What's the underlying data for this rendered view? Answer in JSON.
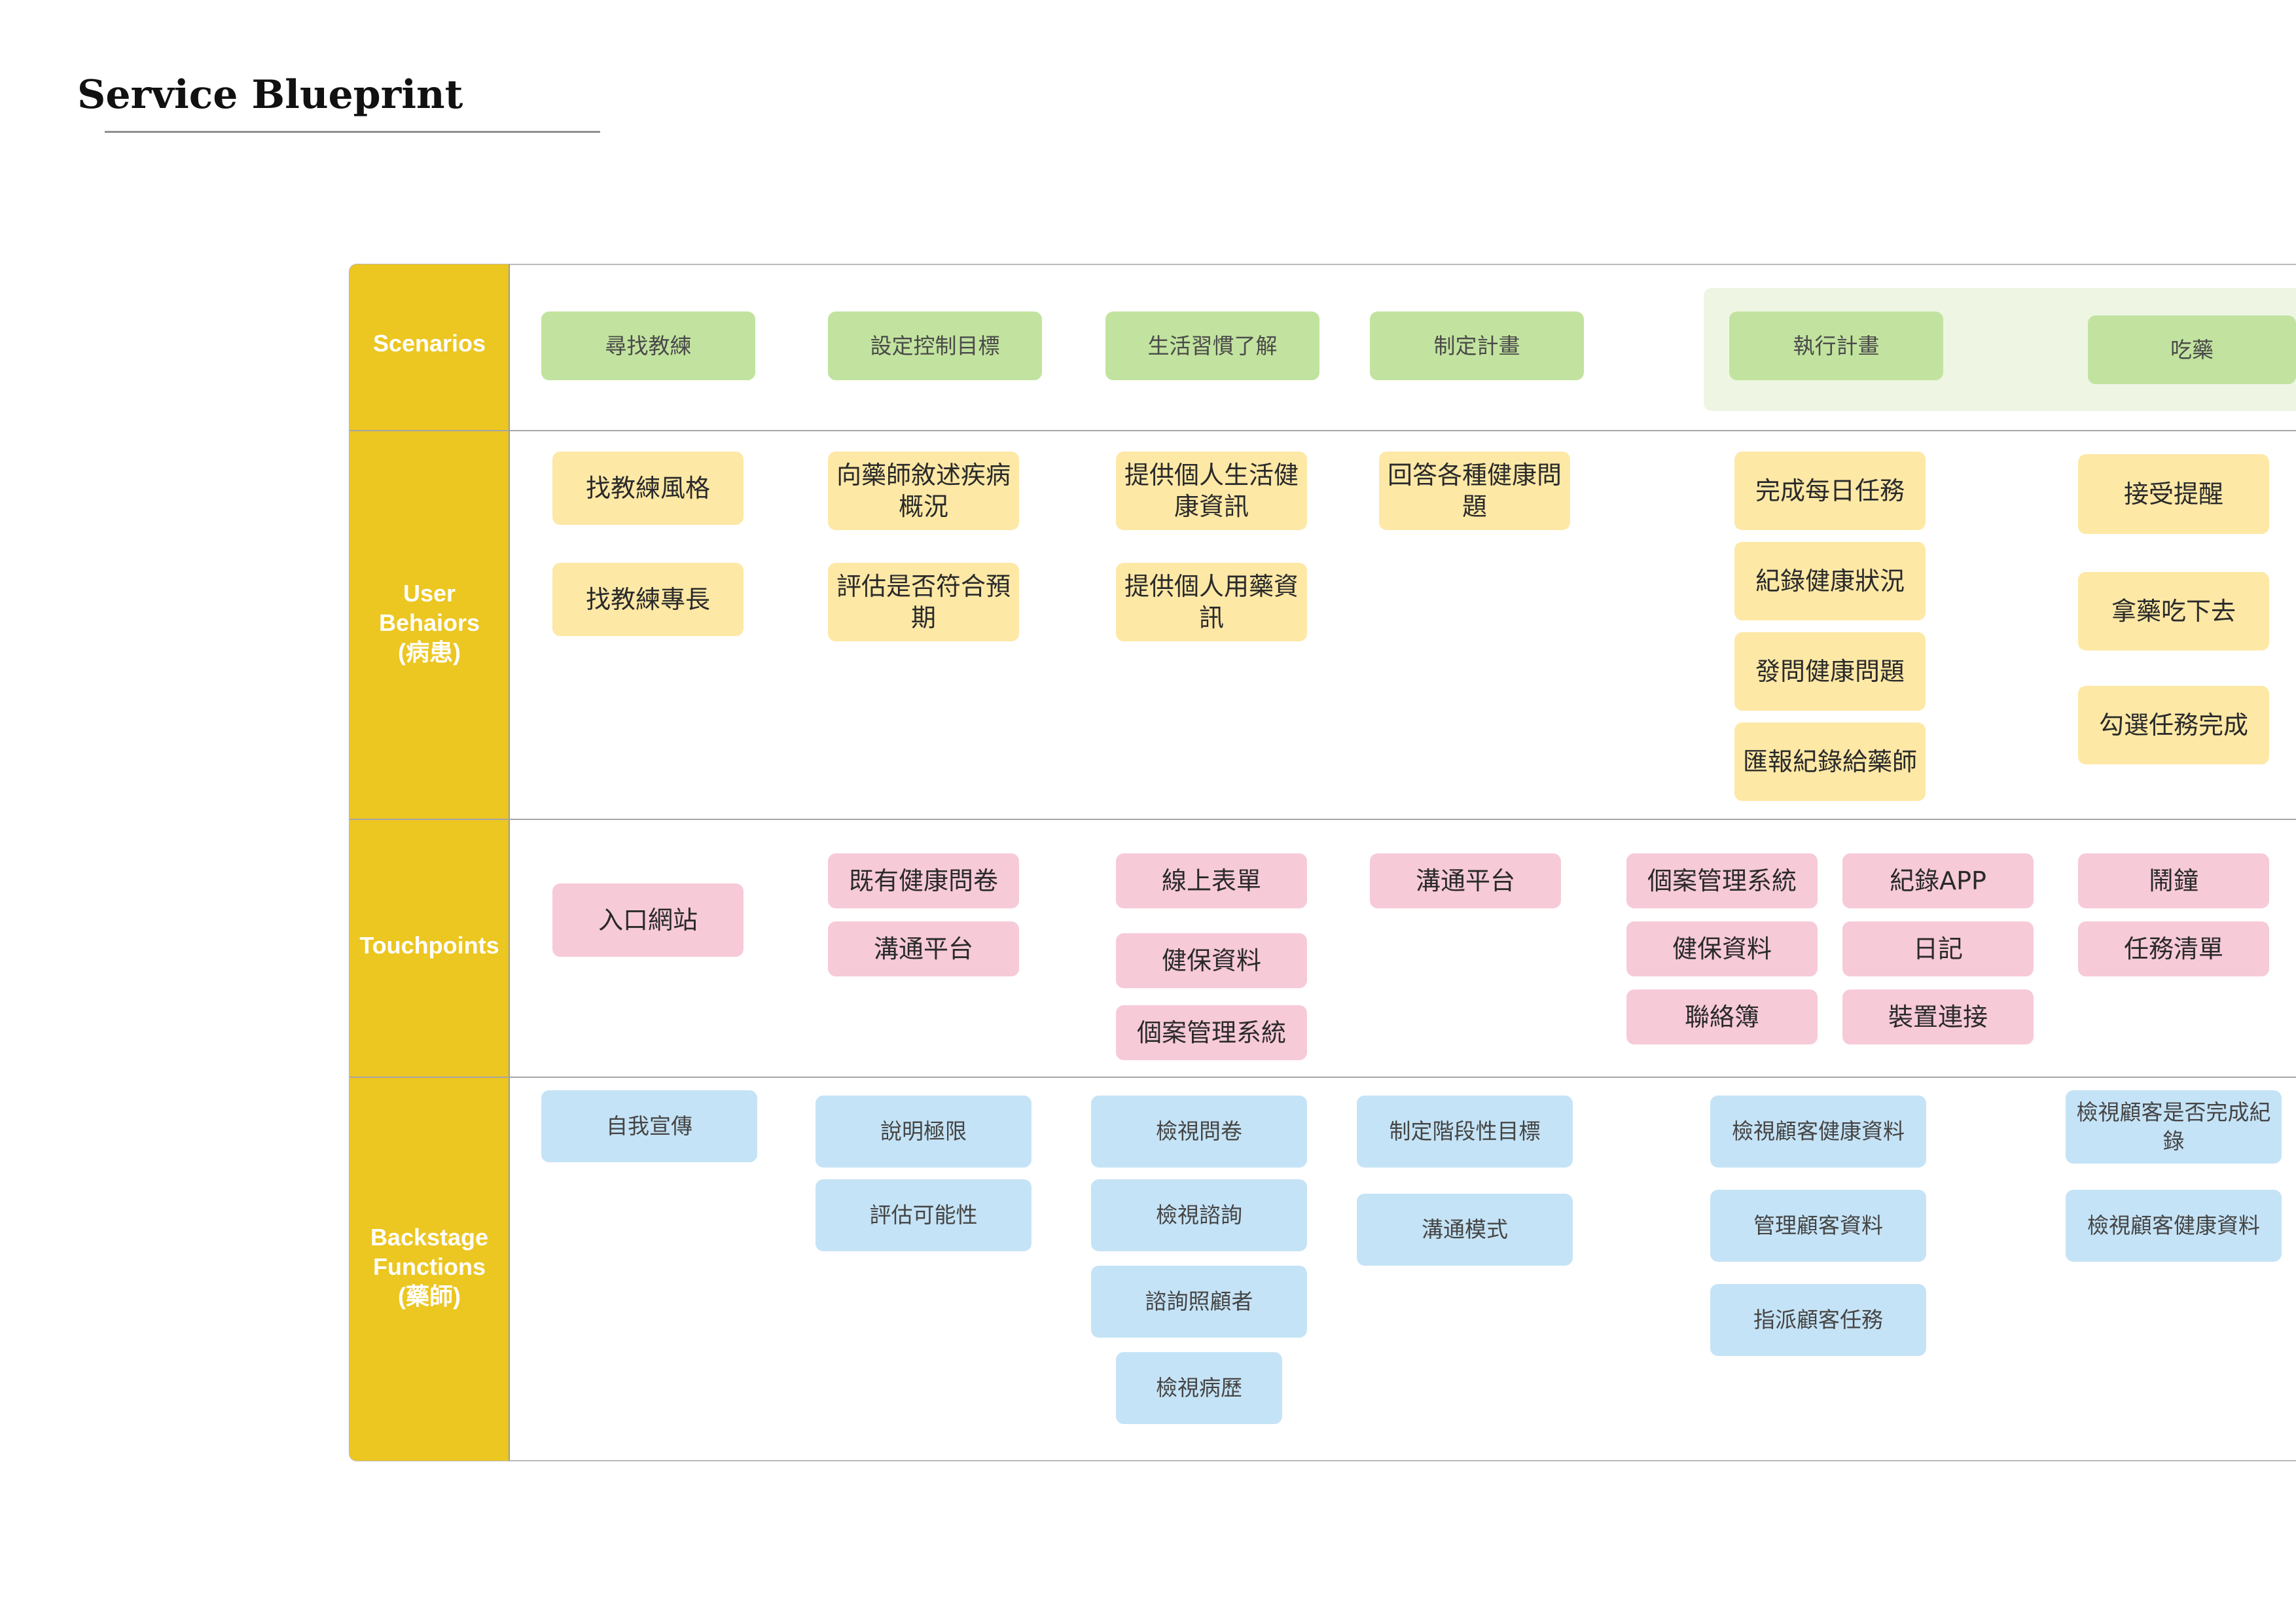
{
  "title": "Service Blueprint",
  "lanes": {
    "scenarios": "Scenarios",
    "user": "User\nBehaiors\n(病患)",
    "touchpoints": "Touchpoints",
    "backstage": "Backstage\nFunctions\n(藥師)"
  },
  "scenarios": [
    "尋找教練",
    "設定控制目標",
    "生活習慣了解",
    "制定計畫",
    "執行計畫",
    "吃藥"
  ],
  "user_behaviors": [
    "找教練風格",
    "找教練專長",
    "向藥師敘述疾病概況",
    "評估是否符合預期",
    "提供個人生活健康資訊",
    "提供個人用藥資訊",
    "回答各種健康問題",
    "完成每日任務",
    "紀錄健康狀況",
    "發問健康問題",
    "匯報紀錄給藥師",
    "接受提醒",
    "拿藥吃下去",
    "勾選任務完成"
  ],
  "touchpoints": [
    "入口網站",
    "既有健康問卷",
    "溝通平台",
    "線上表單",
    "健保資料",
    "個案管理系統",
    "溝通平台",
    "個案管理系統",
    "健保資料",
    "聯絡簿",
    "紀錄APP",
    "日記",
    "裝置連接",
    "鬧鐘",
    "任務清單"
  ],
  "backstage": [
    "自我宣傳",
    "說明極限",
    "評估可能性",
    "檢視問卷",
    "檢視諮詢",
    "諮詢照顧者",
    "檢視病歷",
    "制定階段性目標",
    "溝通模式",
    "檢視顧客健康資料",
    "管理顧客資料",
    "指派顧客任務",
    "檢視顧客是否完成紀錄",
    "檢視顧客健康資料"
  ],
  "colors": {
    "lane": "#ecc621",
    "scenario": "#c2e39f",
    "user": "#fde8a6",
    "touchpoint": "#f7cad8",
    "backstage": "#c5e3f6"
  }
}
